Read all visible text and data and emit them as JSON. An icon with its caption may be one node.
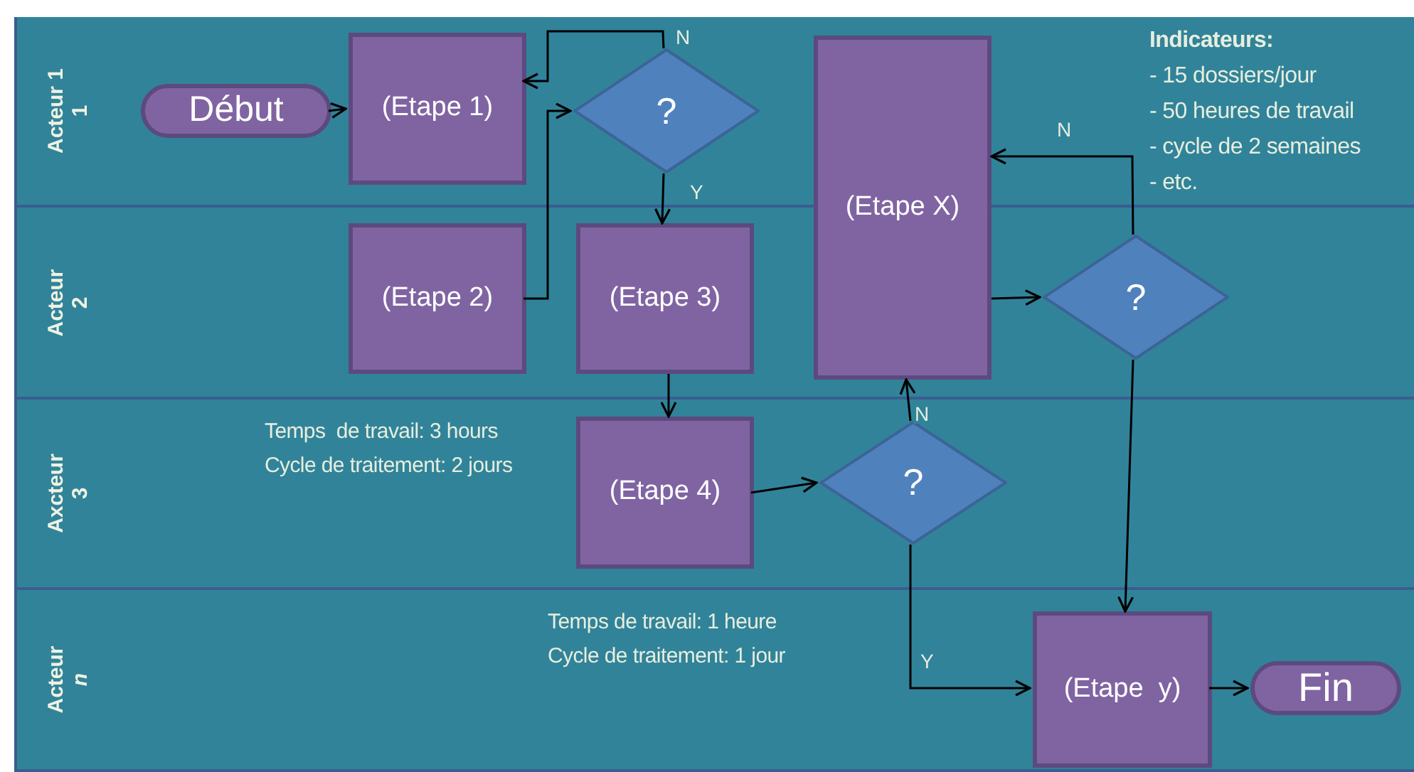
{
  "diagram": {
    "nodes": [
      {
        "text": [
          "Acteur 1",
          "1"
        ]
      },
      {
        "text": [
          "Acteur",
          "2"
        ]
      },
      {
        "text": [
          "Axcteur",
          "3"
        ]
      },
      {
        "text": [
          "Acteur",
          "n"
        ]
      },
      {
        "text": [
          "Début"
        ],
        "in": 0
      },
      {
        "text": [
          "(Etape 1)"
        ],
        "in": 0
      },
      {
        "text": [
          "?"
        ],
        "in": 0
      },
      {
        "text": [
          "(Etape 2)"
        ],
        "in": 1
      },
      {
        "text": [
          "(Etape 3)"
        ],
        "in": 1
      },
      {
        "text": [
          "(Etape X)"
        ]
      },
      {
        "text": [
          "?"
        ],
        "in": 1
      },
      {
        "text": [
          "(Etape 4)"
        ],
        "in": 2
      },
      {
        "text": [
          "?"
        ],
        "in": 2
      },
      {
        "text": [
          "(Etape  y)"
        ],
        "in": 3
      },
      {
        "text": [
          "Fin"
        ],
        "in": 3
      }
    ],
    "edges": [
      {
        "from": 4,
        "to": 5,
        "arrow": "to"
      },
      {
        "from": 6,
        "to": 5,
        "arrow": "to",
        "label": "N"
      },
      {
        "from": 7,
        "to": 6,
        "arrow": "to"
      },
      {
        "from": 6,
        "to": 8,
        "arrow": "to",
        "label": "Y"
      },
      {
        "from": 8,
        "to": 11,
        "arrow": "to"
      },
      {
        "from": 11,
        "to": 12,
        "arrow": "to"
      },
      {
        "from": 12,
        "to": 9,
        "arrow": "to",
        "label": "N"
      },
      {
        "from": 9,
        "to": 10,
        "arrow": "to"
      },
      {
        "from": 10,
        "to": 9,
        "arrow": "to",
        "label": "N"
      },
      {
        "from": 10,
        "to": 13,
        "arrow": "to"
      },
      {
        "from": 12,
        "to": 13,
        "arrow": "to",
        "label": "Y"
      },
      {
        "from": 13,
        "to": 14,
        "arrow": "to"
      }
    ],
    "labels": [
      "Indicateurs:",
      "- 15 dossiers/jour",
      "- 50 heures de travail",
      "- cycle de 2 semaines",
      "- etc.",
      "Temps  de travail: 3 hours",
      "Cycle de traitement: 2 jours",
      "Temps de travail: 1 heure",
      "Cycle de traitement: 1 jour"
    ]
  }
}
